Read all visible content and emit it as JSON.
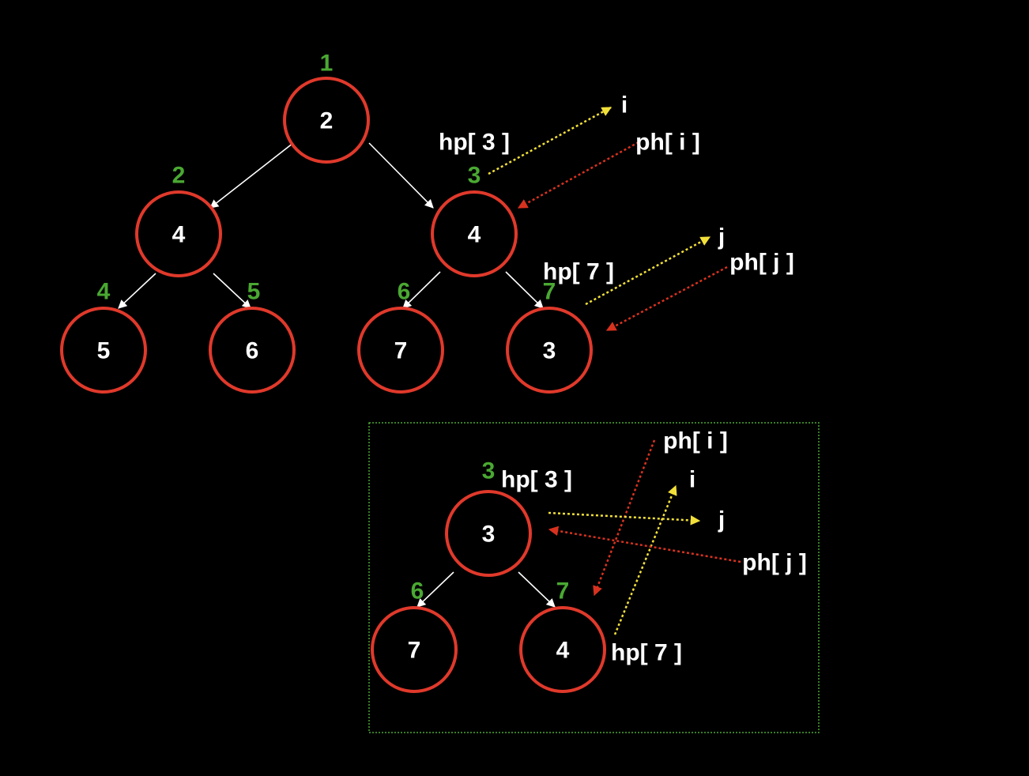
{
  "colors": {
    "background": "#000000",
    "node_border": "#e0392b",
    "index": "#4aa832",
    "pointer_yellow": "#f2e03a",
    "pointer_red": "#d8321f",
    "box_border": "#4aa832"
  },
  "top_tree": {
    "nodes": [
      {
        "index": "1",
        "value": "2"
      },
      {
        "index": "2",
        "value": "4"
      },
      {
        "index": "3",
        "value": "4"
      },
      {
        "index": "4",
        "value": "5"
      },
      {
        "index": "5",
        "value": "6"
      },
      {
        "index": "6",
        "value": "7"
      },
      {
        "index": "7",
        "value": "3"
      }
    ],
    "labels": {
      "hp3": "hp[ 3 ]",
      "i": "i",
      "ph_i": "ph[ i ]",
      "j": "j",
      "ph_j": "ph[ j ]",
      "hp7": "hp[ 7 ]"
    }
  },
  "bottom_tree": {
    "nodes": [
      {
        "index": "3",
        "value": "3"
      },
      {
        "index": "6",
        "value": "7"
      },
      {
        "index": "7",
        "value": "4"
      }
    ],
    "labels": {
      "hp3": "hp[ 3 ]",
      "i": "i",
      "ph_i": "ph[ i ]",
      "j": "j",
      "ph_j": "ph[ j ]",
      "hp7": "hp[ 7 ]"
    }
  }
}
